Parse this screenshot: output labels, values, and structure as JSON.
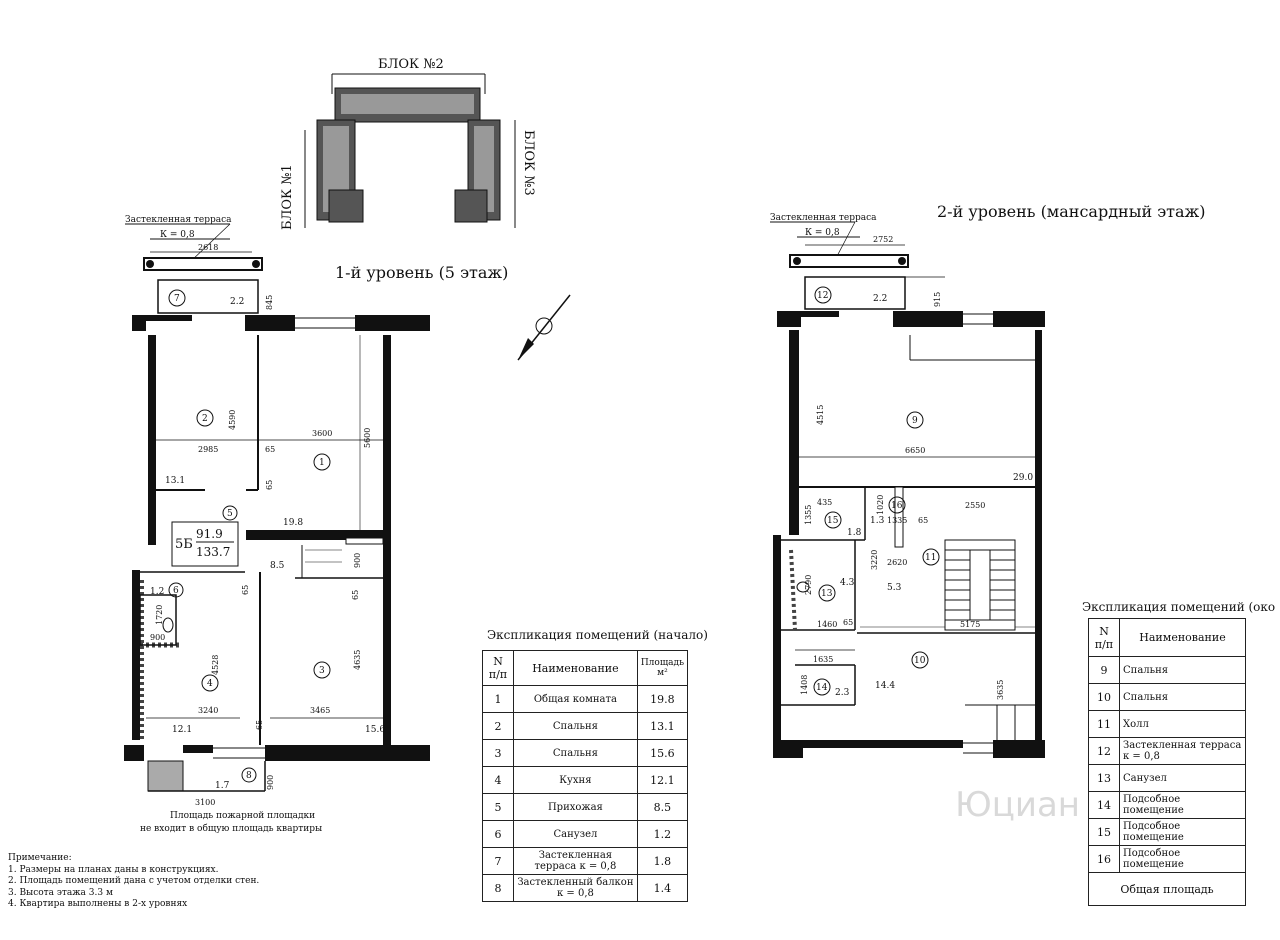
{
  "site": {
    "block2": "БЛОК №2",
    "block1": "БЛОК №1",
    "block3": "БЛОК №3"
  },
  "level1": {
    "title": "1-й уровень (5 этаж)",
    "terrace_label": "Застекленная терраса",
    "terrace_k": "К = 0,8",
    "dims": {
      "terrace_width": "2618",
      "terrace_depth": "845",
      "r2_w": "2985",
      "r2_h": "4590",
      "r1_w": "3600",
      "r1_h": "5600",
      "gap65a": "65",
      "gap65b": "65",
      "gap65c": "65",
      "gap65d": "65",
      "gap65e": "65",
      "bath_w": "1720",
      "bath_h": "900",
      "r4_w": "3240",
      "r4_h": "4528",
      "r3_w": "3465",
      "r3_h": "4635",
      "stair_900": "900",
      "balcony_w": "3100",
      "balcony_d": "900"
    },
    "rooms": [
      {
        "n": "7",
        "area": "2.2"
      },
      {
        "n": "2",
        "area": "13.1"
      },
      {
        "n": "1",
        "area": "19.8"
      },
      {
        "n": "5",
        "area": "8.5"
      },
      {
        "n": "6",
        "area": "1.2"
      },
      {
        "n": "4",
        "area": "12.1"
      },
      {
        "n": "3",
        "area": "15.6"
      },
      {
        "n": "8",
        "area": "1.7"
      }
    ],
    "apt_code": "5Б",
    "apt_living": "91.9",
    "apt_total": "133.7",
    "fire_note_1": "Площадь пожарной площадки",
    "fire_note_2": "не входит в общую площадь квартиры"
  },
  "level2": {
    "title": "2-й уровень (мансардный этаж)",
    "terrace_label": "Застекленная терраса",
    "terrace_k": "К = 0,8",
    "dims": {
      "terrace_width": "2752",
      "terrace_depth": "915",
      "r9_h": "4515",
      "r9_w": "6650",
      "d435": "435",
      "d1355": "1355",
      "d1020": "1020",
      "d1335": "1335",
      "d65a": "65",
      "d2550": "2550",
      "d3220": "3220",
      "d2620": "2620",
      "d2790": "2790",
      "d1460": "1460",
      "d65b": "65",
      "d5175": "5175",
      "d1635": "1635",
      "d1408": "1408",
      "d3635": "3635"
    },
    "rooms": [
      {
        "n": "12",
        "area": "2.2"
      },
      {
        "n": "9",
        "area": "29.0"
      },
      {
        "n": "15",
        "area": "1.8"
      },
      {
        "n": "16",
        "area": "1.3"
      },
      {
        "n": "11",
        "area": "5.3"
      },
      {
        "n": "13",
        "area": "4.3"
      },
      {
        "n": "10",
        "area": "14.4"
      },
      {
        "n": "14",
        "area": "2.3"
      }
    ]
  },
  "table1": {
    "caption": "Экспликация помещений (начало)",
    "headers": {
      "n": "N п/п",
      "name": "Наименование",
      "area": "Площадь м²"
    },
    "rows": [
      {
        "n": "1",
        "name": "Общая комната",
        "area": "19.8"
      },
      {
        "n": "2",
        "name": "Спальня",
        "area": "13.1"
      },
      {
        "n": "3",
        "name": "Спальня",
        "area": "15.6"
      },
      {
        "n": "4",
        "name": "Кухня",
        "area": "12.1"
      },
      {
        "n": "5",
        "name": "Прихожая",
        "area": "8.5"
      },
      {
        "n": "6",
        "name": "Санузел",
        "area": "1.2"
      },
      {
        "n": "7",
        "name": "Застекленная терраса к = 0,8",
        "area": "1.8"
      },
      {
        "n": "8",
        "name": "Застекленный балкон к = 0,8",
        "area": "1.4"
      }
    ]
  },
  "table2": {
    "caption": "Экспликация помещений (око",
    "headers": {
      "n": "N п/п",
      "name": "Наименование"
    },
    "rows": [
      {
        "n": "9",
        "name": "Спальня"
      },
      {
        "n": "10",
        "name": "Спальня"
      },
      {
        "n": "11",
        "name": "Холл"
      },
      {
        "n": "12",
        "name": "Застекленная терраса к = 0,8"
      },
      {
        "n": "13",
        "name": "Санузел"
      },
      {
        "n": "14",
        "name": "Подсобное помещение"
      },
      {
        "n": "15",
        "name": "Подсобное помещение"
      },
      {
        "n": "16",
        "name": "Подсобное помещение"
      }
    ],
    "total_label": "Общая площадь"
  },
  "notes": {
    "title": "Примечание:",
    "lines": [
      "1. Размеры на планах даны в конструкциях.",
      "2. Площадь помещений дана с учетом отделки стен.",
      "3. Высота этажа 3.3 м",
      "4. Квартира выполнены в 2-х уровнях"
    ]
  },
  "watermark": "Юциан"
}
